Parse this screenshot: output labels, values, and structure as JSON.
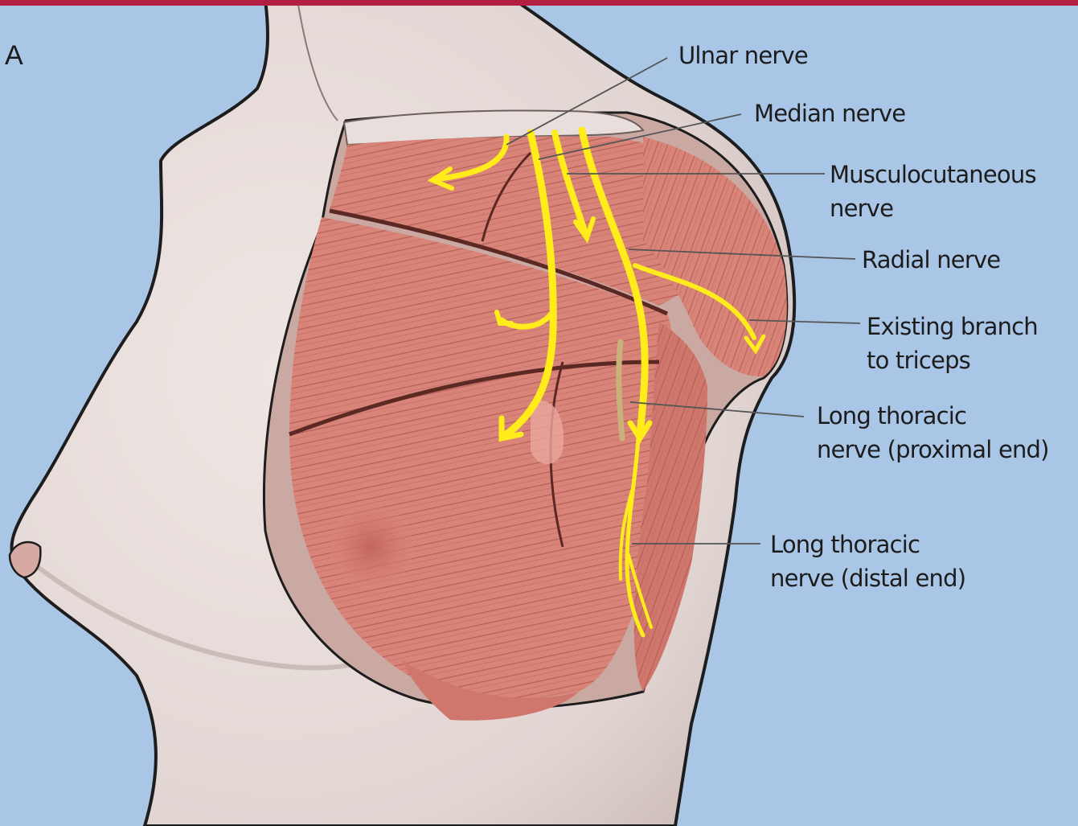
{
  "figure": {
    "panel_letter": "A",
    "colors": {
      "background": "#a9c6e6",
      "top_rule": "#b21f43",
      "skin": "#e4d9d6",
      "skin_shadow": "#c9b8b4",
      "muscle": "#d98479",
      "muscle_dark": "#a8524c",
      "nerve": "#ffec1a",
      "outline": "#1d1d1d",
      "leader_line": "#555555"
    },
    "labels": {
      "ulnar": "Ulnar nerve",
      "median": "Median nerve",
      "musculocutaneous_line1": "Musculocutaneous",
      "musculocutaneous_line2": "nerve",
      "radial": "Radial nerve",
      "triceps_line1": "Existing branch",
      "triceps_line2": "to triceps",
      "ltn_proximal_line1": "Long thoracic",
      "ltn_proximal_line2": "nerve (proximal end)",
      "ltn_distal_line1": "Long thoracic",
      "ltn_distal_line2": "nerve (distal end)"
    }
  }
}
